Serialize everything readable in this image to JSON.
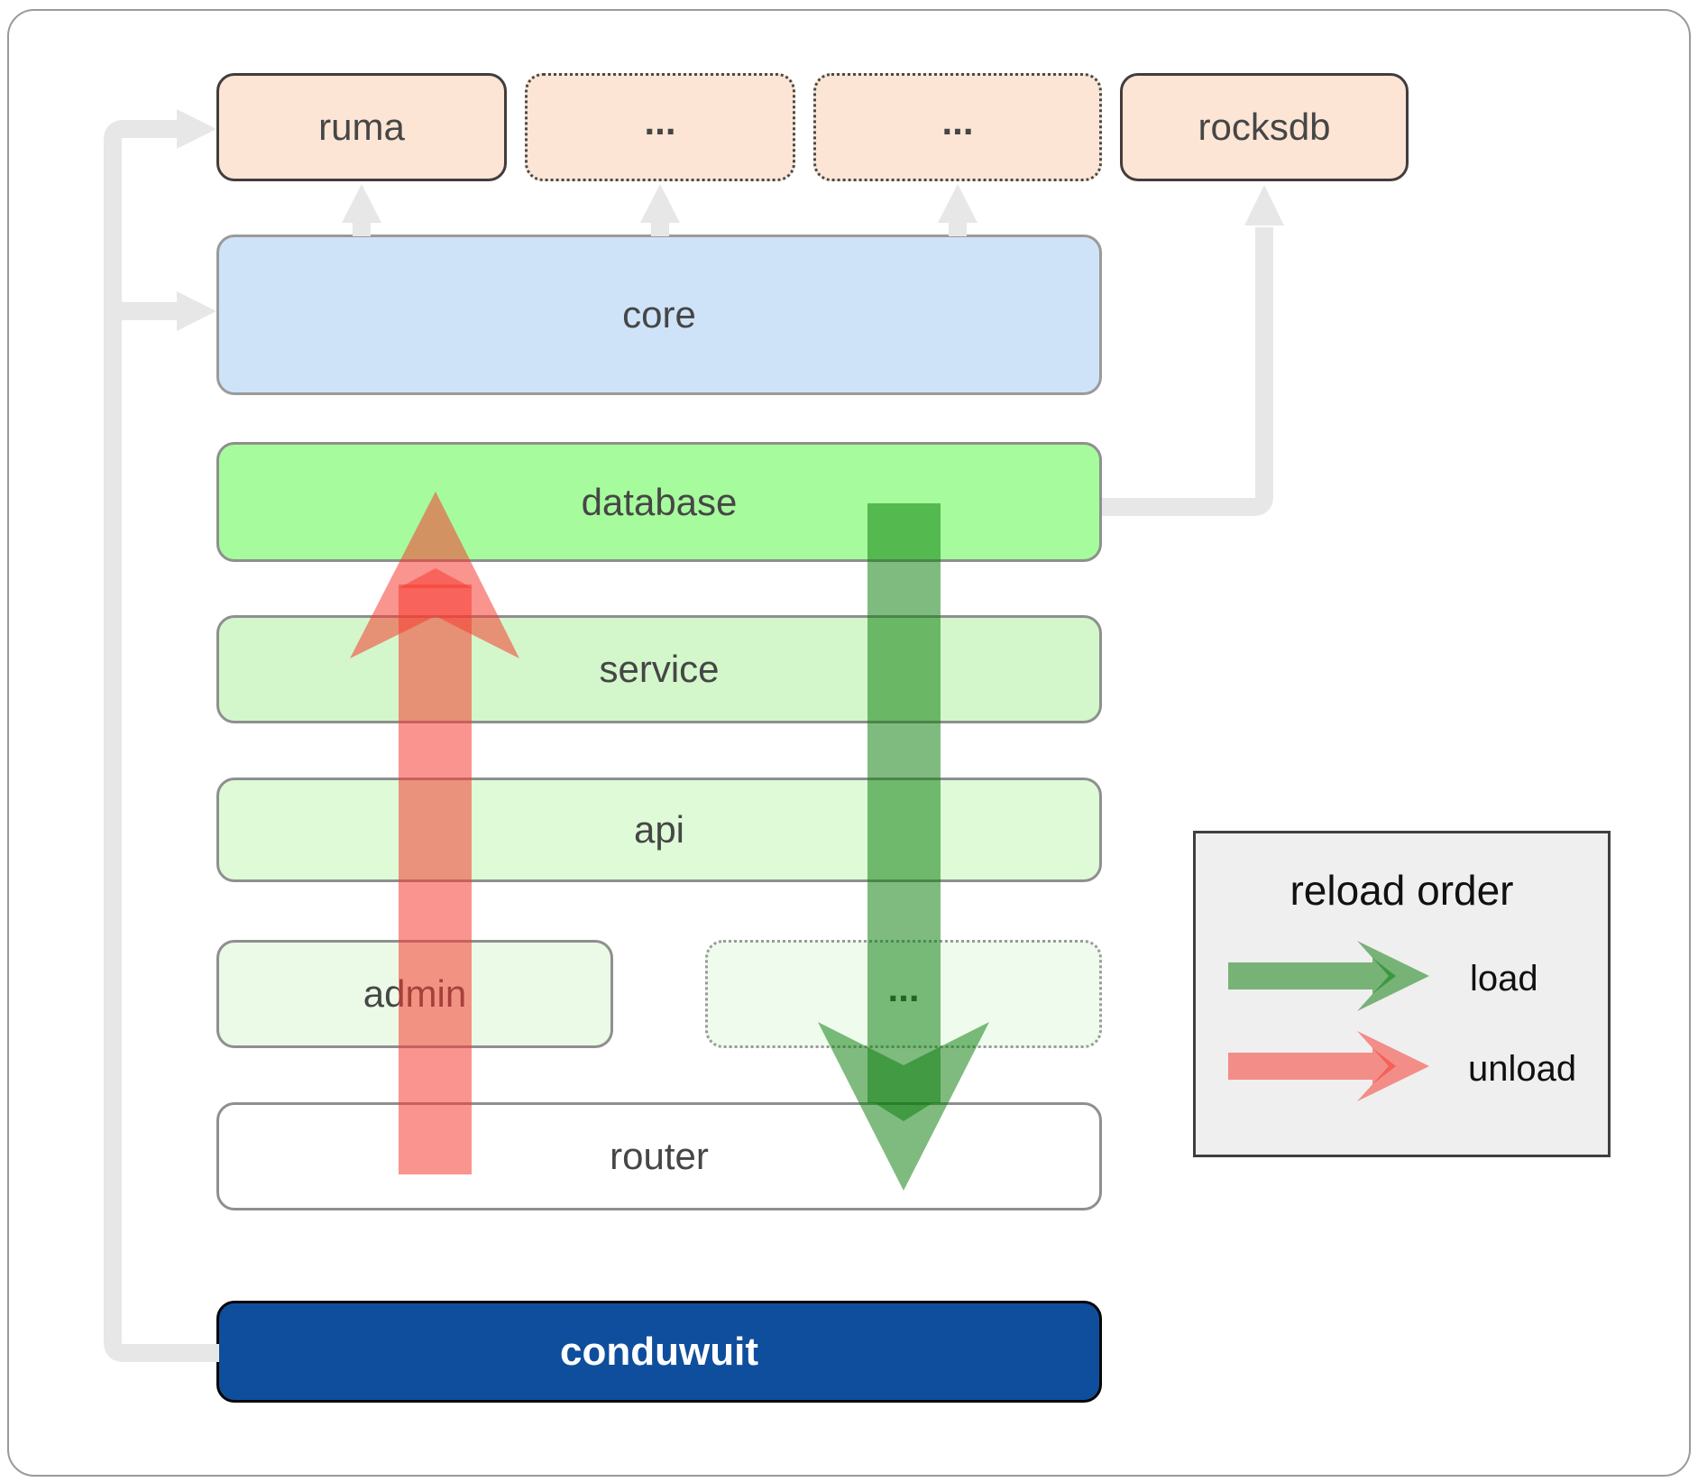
{
  "diagram": {
    "top_row": [
      {
        "label": "ruma",
        "style": "solid"
      },
      {
        "label": "...",
        "style": "dotted"
      },
      {
        "label": "...",
        "style": "dotted"
      },
      {
        "label": "rocksdb",
        "style": "solid"
      }
    ],
    "layers": [
      {
        "label": "core"
      },
      {
        "label": "database"
      },
      {
        "label": "service"
      },
      {
        "label": "api"
      },
      {
        "label": "admin"
      },
      {
        "label": "..."
      },
      {
        "label": "router"
      },
      {
        "label": "conduwuit"
      }
    ]
  },
  "legend": {
    "title": "reload order",
    "items": [
      {
        "label": "load",
        "color": "#3f9e3f"
      },
      {
        "label": "unload",
        "color": "#f57d72"
      }
    ]
  },
  "colors": {
    "peach_box": "#fce5d5",
    "core_blue": "#cfe3f8",
    "database_green": "#a6fb9c",
    "service_green": "#d3f7cb",
    "api_green": "#defad7",
    "admin_green": "#ebfae7",
    "router_white": "#ffffff",
    "conduwuit_blue": "#0f4e9d",
    "connector_gray": "#e7e7e7",
    "load_arrow_green": "#0a7d0a",
    "unload_arrow_red": "#f53c32",
    "legend_bg": "#efefef"
  }
}
